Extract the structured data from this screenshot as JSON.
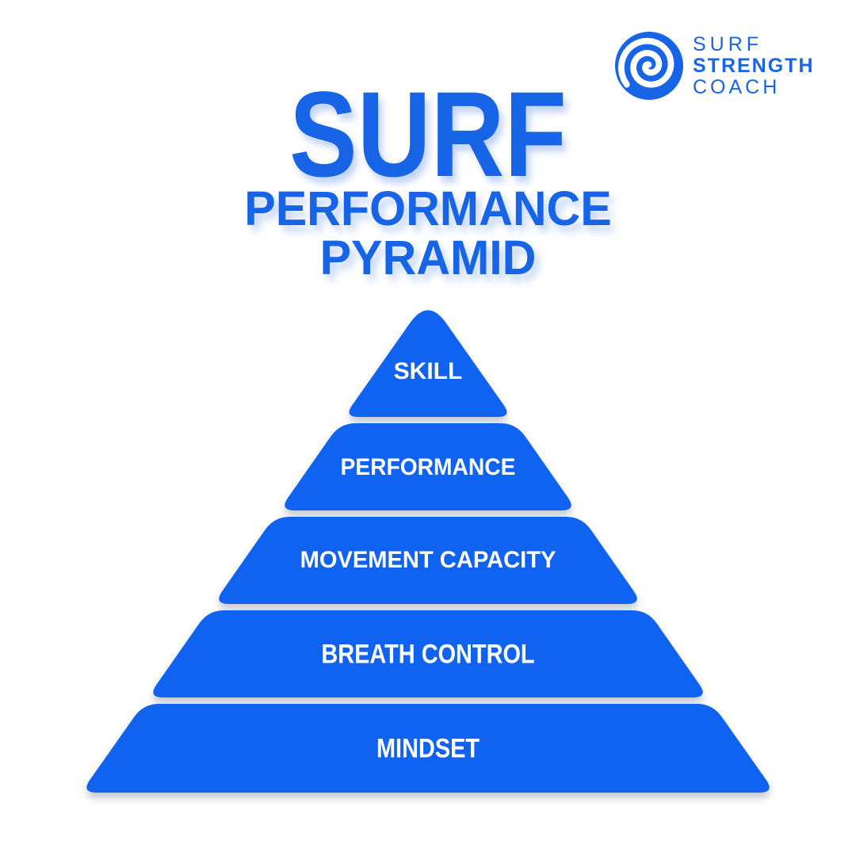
{
  "logo": {
    "icon": "spiral-wave-icon",
    "line1": "SURF",
    "line2": "STRENGTH",
    "line3": "COACH"
  },
  "title": {
    "line1": "SURF",
    "line2": "PERFORMANCE",
    "line3": "PYRAMID"
  },
  "pyramid": {
    "levels": [
      {
        "label": "SKILL"
      },
      {
        "label": "PERFORMANCE"
      },
      {
        "label": "MOVEMENT CAPACITY"
      },
      {
        "label": "BREATH CONTROL"
      },
      {
        "label": "MINDSET"
      }
    ]
  },
  "colors": {
    "title_blue": "#1765E6",
    "pyramid_blue": "#0F63F0",
    "label_text": "#FFFFFF",
    "background": "#FFFFFF"
  }
}
